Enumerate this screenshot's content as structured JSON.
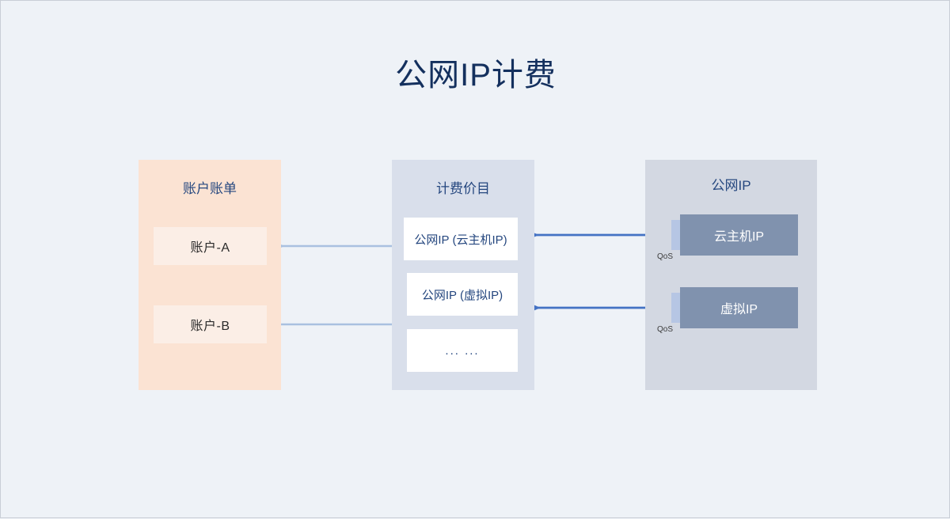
{
  "page": {
    "title": "公网IP计费",
    "background_color": "#eef2f7",
    "title_color": "#14305e"
  },
  "panels": {
    "billing": {
      "title": "账户账单",
      "background_color": "#fbe3d3",
      "items": [
        {
          "label": "账户-A"
        },
        {
          "label": "账户-B"
        }
      ]
    },
    "pricing": {
      "title": "计费价目",
      "background_color": "#d9dfeb",
      "items": [
        {
          "label": "公网IP (云主机IP)"
        },
        {
          "label": "公网IP (虚拟IP)"
        },
        {
          "label": "... ..."
        }
      ]
    },
    "publicip": {
      "title": "公网IP",
      "background_color": "#d3d8e2",
      "items": [
        {
          "label": "云主机IP",
          "qos_label": "QoS"
        },
        {
          "label": "虚拟IP",
          "qos_label": "QoS"
        }
      ]
    }
  },
  "connections": {
    "light_arrow_color": "#a9c0e0",
    "bold_arrow_color": "#4472c4",
    "flows": [
      {
        "from": "公网IP (云主机IP)",
        "to": "账户-A",
        "style": "light"
      },
      {
        "from": "公网IP (虚拟IP)",
        "to": "账户-B",
        "style": "light"
      },
      {
        "from": "云主机IP",
        "to": "公网IP (云主机IP)",
        "style": "bold"
      },
      {
        "from": "虚拟IP",
        "to": "公网IP (虚拟IP)",
        "style": "bold"
      }
    ]
  }
}
